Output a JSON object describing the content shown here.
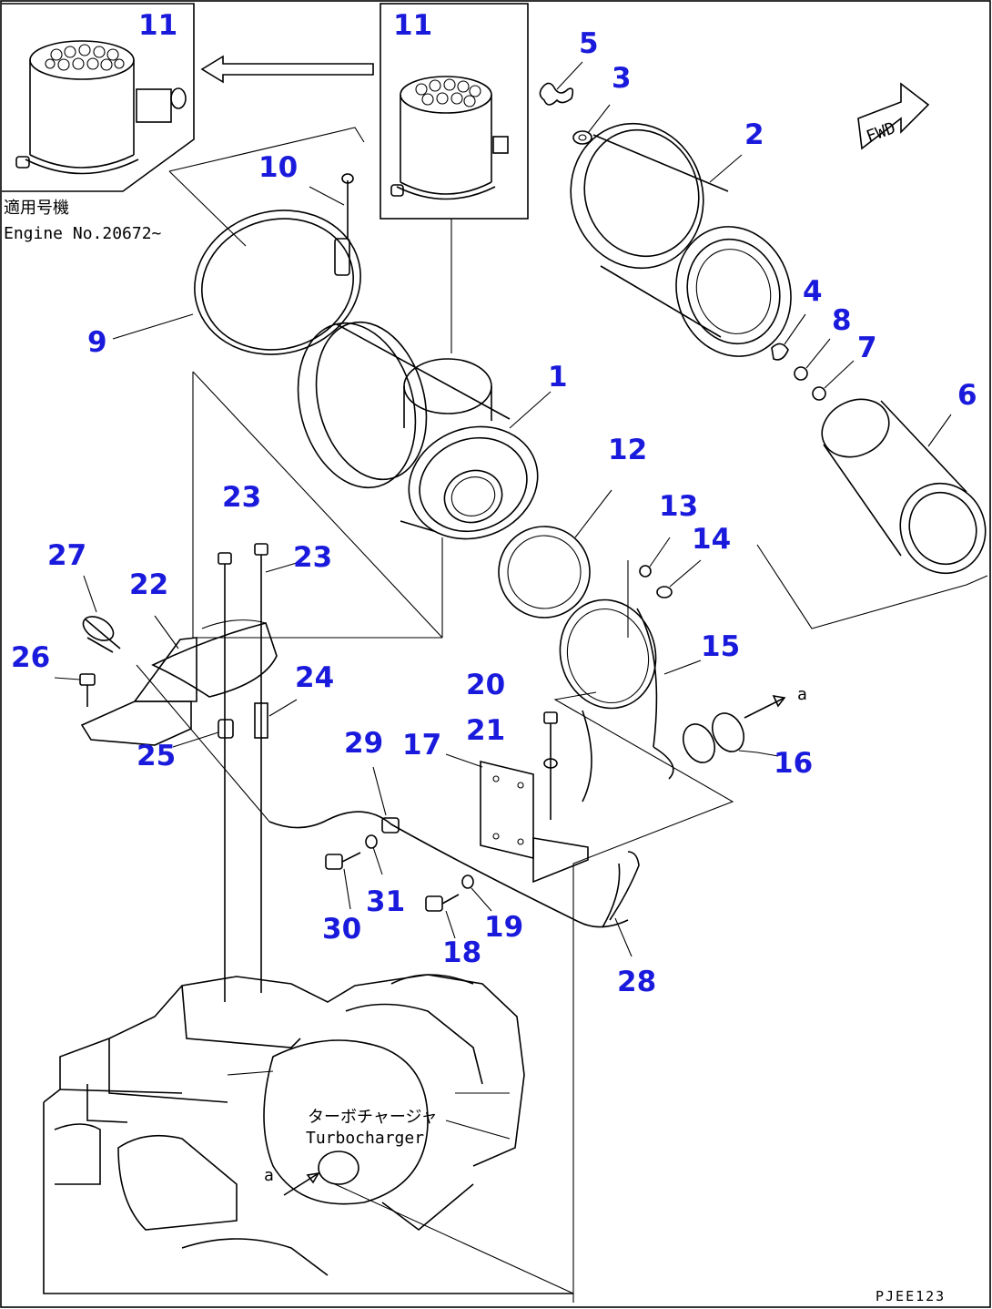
{
  "colors": {
    "callout": "#1a1adc",
    "line": "#000000",
    "background": "#ffffff"
  },
  "callouts": [
    {
      "id": "c11a",
      "label": "11"
    },
    {
      "id": "c11b",
      "label": "11"
    },
    {
      "id": "c5",
      "label": "5"
    },
    {
      "id": "c3",
      "label": "3"
    },
    {
      "id": "c2",
      "label": "2"
    },
    {
      "id": "c10",
      "label": "10"
    },
    {
      "id": "c9",
      "label": "9"
    },
    {
      "id": "c4",
      "label": "4"
    },
    {
      "id": "c8",
      "label": "8"
    },
    {
      "id": "c7",
      "label": "7"
    },
    {
      "id": "c1",
      "label": "1"
    },
    {
      "id": "c6",
      "label": "6"
    },
    {
      "id": "c12",
      "label": "12"
    },
    {
      "id": "c13",
      "label": "13"
    },
    {
      "id": "c14",
      "label": "14"
    },
    {
      "id": "c23a",
      "label": "23"
    },
    {
      "id": "c23b",
      "label": "23"
    },
    {
      "id": "c27",
      "label": "27"
    },
    {
      "id": "c22",
      "label": "22"
    },
    {
      "id": "c26",
      "label": "26"
    },
    {
      "id": "c24",
      "label": "24"
    },
    {
      "id": "c15",
      "label": "15"
    },
    {
      "id": "c20",
      "label": "20"
    },
    {
      "id": "c21",
      "label": "21"
    },
    {
      "id": "c25",
      "label": "25"
    },
    {
      "id": "c29",
      "label": "29"
    },
    {
      "id": "c17",
      "label": "17"
    },
    {
      "id": "c16",
      "label": "16"
    },
    {
      "id": "c31",
      "label": "31"
    },
    {
      "id": "c30",
      "label": "30"
    },
    {
      "id": "c19",
      "label": "19"
    },
    {
      "id": "c18",
      "label": "18"
    },
    {
      "id": "c28",
      "label": "28"
    }
  ],
  "notes": {
    "serial_jp": "適用号機",
    "serial_en": "Engine No.20672~",
    "turbo_jp": "ターボチャージャ",
    "turbo_en": "Turbocharger",
    "fwd": "FWD",
    "marker_a1": "a",
    "marker_a2": "a",
    "drawing_code": "PJEE123"
  }
}
